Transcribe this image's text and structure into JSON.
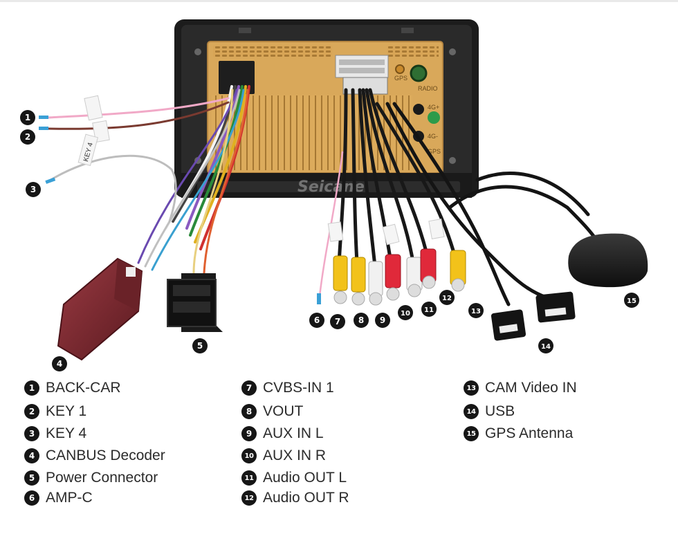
{
  "brand": "Seicane",
  "unit_labels": {
    "gps_port": "GPS",
    "radio_port": "RADIO",
    "port_4g_plus": "4G+",
    "port_4g_minus": "4G-",
    "gps_port_2": "GPS"
  },
  "wire_tags": {
    "key4": "KEY 4"
  },
  "callouts": [
    "1",
    "2",
    "3",
    "4",
    "5",
    "6",
    "7",
    "8",
    "9",
    "10",
    "11",
    "12",
    "13",
    "14",
    "15"
  ],
  "legend": [
    {
      "number": "1",
      "label": "BACK-CAR"
    },
    {
      "number": "2",
      "label": "KEY 1"
    },
    {
      "number": "3",
      "label": "KEY 4"
    },
    {
      "number": "4",
      "label": "CANBUS Decoder"
    },
    {
      "number": "5",
      "label": "Power Connector"
    },
    {
      "number": "6",
      "label": "AMP-C"
    },
    {
      "number": "7",
      "label": "CVBS-IN 1"
    },
    {
      "number": "8",
      "label": "VOUT"
    },
    {
      "number": "9",
      "label": "AUX IN L"
    },
    {
      "number": "10",
      "label": "AUX IN R"
    },
    {
      "number": "11",
      "label": "Audio OUT L"
    },
    {
      "number": "12",
      "label": "Audio OUT R"
    },
    {
      "number": "13",
      "label": "CAM Video IN"
    },
    {
      "number": "14",
      "label": "USB"
    },
    {
      "number": "15",
      "label": "GPS Antenna"
    }
  ],
  "colors": {
    "chassis": "#d9a85a",
    "frame": "#1c1c1c",
    "decoder": "#7a2a30",
    "rca_yellow": "#f2c21a",
    "rca_red": "#e0293a",
    "rca_white": "#f1f1f1",
    "badge": "#161616"
  }
}
